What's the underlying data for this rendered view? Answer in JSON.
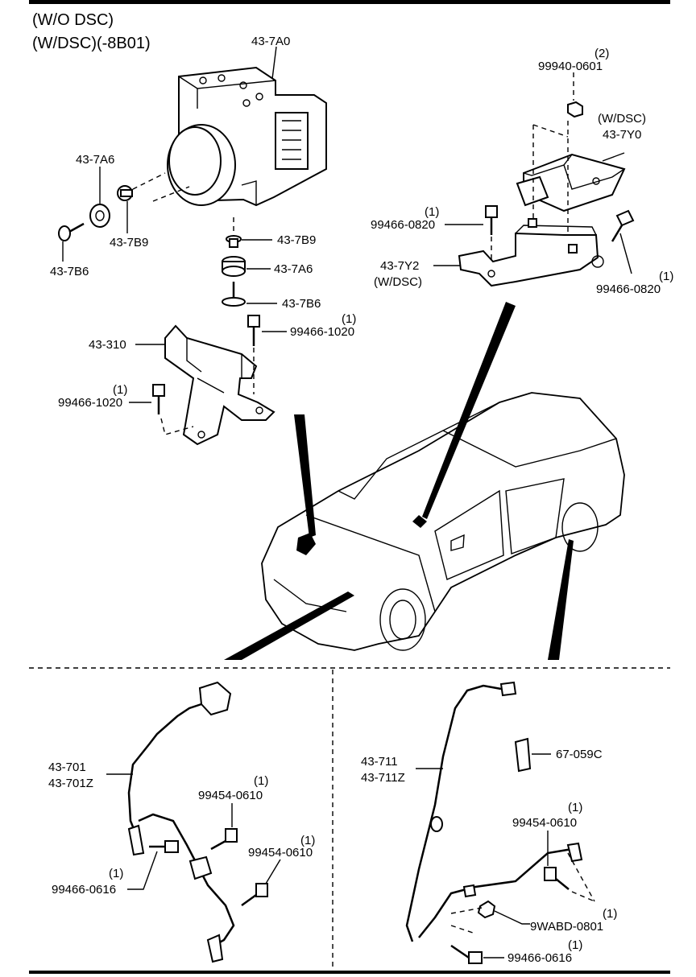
{
  "header": {
    "line1": "(W/O DSC)",
    "line2": "(W/DSC)(-8B01)"
  },
  "top_labels": {
    "hcu_unit": "43-7A0",
    "grommet_left": "43-7A6",
    "collar_left": "43-7B9",
    "bolt_left": "43-7B6",
    "collar_center": "43-7B9",
    "grommet_center": "43-7A6",
    "washer_center": "43-7B6",
    "bracket": "43-310",
    "bolt_bracket_top_qty": "(1)",
    "bolt_bracket_top": "99466-1020",
    "bolt_bracket_left_qty": "(1)",
    "bolt_bracket_left": "99466-1020",
    "nut_qty": "(2)",
    "nut": "99940-0601",
    "sensor_cond": "(W/DSC)",
    "sensor": "43-7Y0",
    "sensor_bolt_left_qty": "(1)",
    "sensor_bolt_left": "99466-0820",
    "sensor_bracket": "43-7Y2",
    "sensor_bracket_cond": "(W/DSC)",
    "sensor_bolt_right_qty": "(1)",
    "sensor_bolt_right": "99466-0820"
  },
  "front_panel": {
    "sensor_line1": "43-701",
    "sensor_line2": "43-701Z",
    "bolt_a_qty": "(1)",
    "bolt_a": "99454-0610",
    "bolt_b_qty": "(1)",
    "bolt_b": "99454-0610",
    "bolt_c_qty": "(1)",
    "bolt_c": "99466-0616"
  },
  "rear_panel": {
    "sensor_line1": "43-711",
    "sensor_line2": "43-711Z",
    "clip": "67-059C",
    "bolt_a_qty": "(1)",
    "bolt_a": "99454-0610",
    "nut_qty": "(1)",
    "nut": "9WABD-0801",
    "bolt_b_qty": "(1)",
    "bolt_b": "99466-0616"
  }
}
